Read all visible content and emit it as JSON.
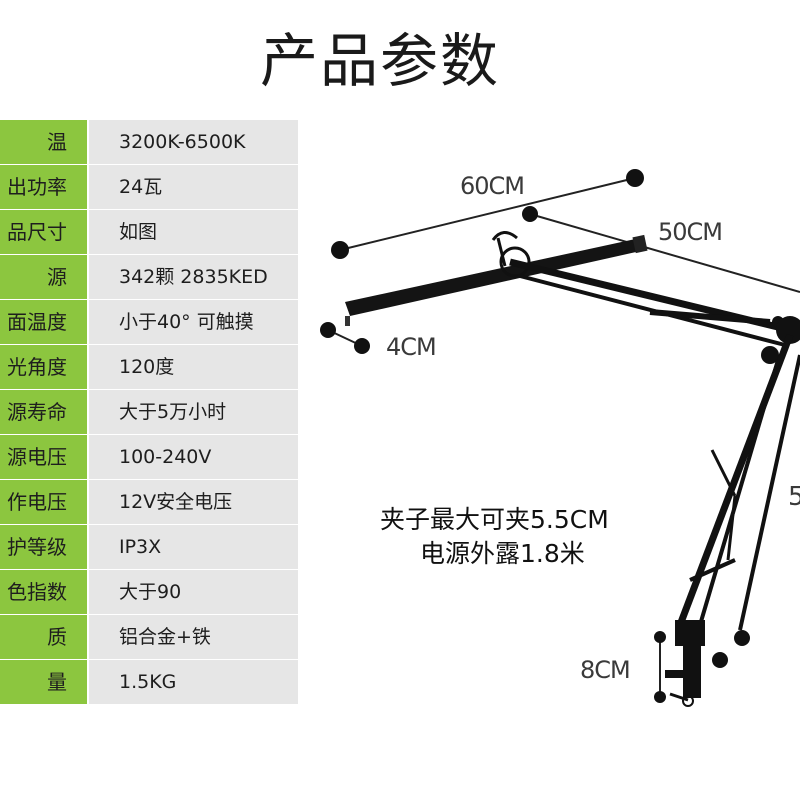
{
  "page_title": "产品参数",
  "specs": [
    {
      "label": "温",
      "value": "3200K-6500K"
    },
    {
      "label": "出功率",
      "value": "24瓦"
    },
    {
      "label": "品尺寸",
      "value": "如图"
    },
    {
      "label": "源",
      "value": "342颗 2835KED"
    },
    {
      "label": "面温度",
      "value": "小于40° 可触摸"
    },
    {
      "label": "光角度",
      "value": "120度"
    },
    {
      "label": "源寿命",
      "value": "大于5万小时"
    },
    {
      "label": "源电压",
      "value": "100-240V"
    },
    {
      "label": "作电压",
      "value": "12V安全电压"
    },
    {
      "label": "护等级",
      "value": "IP3X"
    },
    {
      "label": "色指数",
      "value": "大于90"
    },
    {
      "label": "质",
      "value": "铝合金+铁"
    },
    {
      "label": "量",
      "value": "1.5KG"
    }
  ],
  "dimensions": {
    "width_60": "60CM",
    "width_50": "50CM",
    "height_4": "4CM",
    "clamp_8": "8CM",
    "cut_5": "5"
  },
  "notes": {
    "clamp": "夹子最大可夹5.5CM",
    "cable": "电源外露1.8米"
  },
  "colors": {
    "label_bg": "#8cc63f",
    "value_bg": "#e6e6e6",
    "lamp": "#111111"
  }
}
